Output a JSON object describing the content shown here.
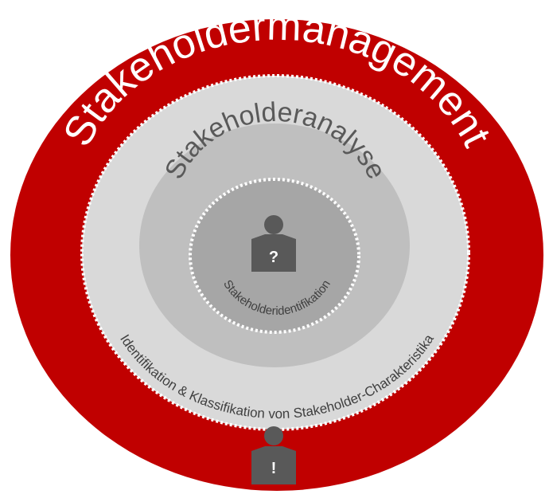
{
  "diagram": {
    "outer_label": "Stakeholdermanagement",
    "middle_label": "Stakeholderanalyse",
    "inner_label": "Stakeholderidentifikation",
    "ring_label": "Identifikation & Klassifikation von Stakeholder-Charakteristika",
    "center_person_mark": "?",
    "bottom_person_mark": "!"
  },
  "colors": {
    "outer_ring": "#c00000",
    "middle_ring": "#d9d9d9",
    "inner_ring": "#bfbfbf",
    "core": "#a6a6a6",
    "person": "#595959",
    "outer_text": "#ffffff",
    "middle_text": "#595959",
    "ring_text": "#404040"
  }
}
